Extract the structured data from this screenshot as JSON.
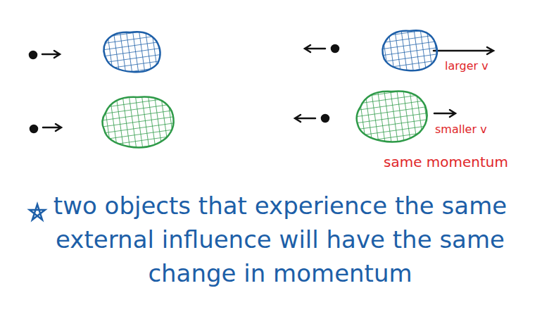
{
  "diagram": {
    "labels": [
      "larger v",
      "smaller v",
      "same momentum",
      "two objects that experience the same external influence will have the same change in momentum"
    ]
  }
}
